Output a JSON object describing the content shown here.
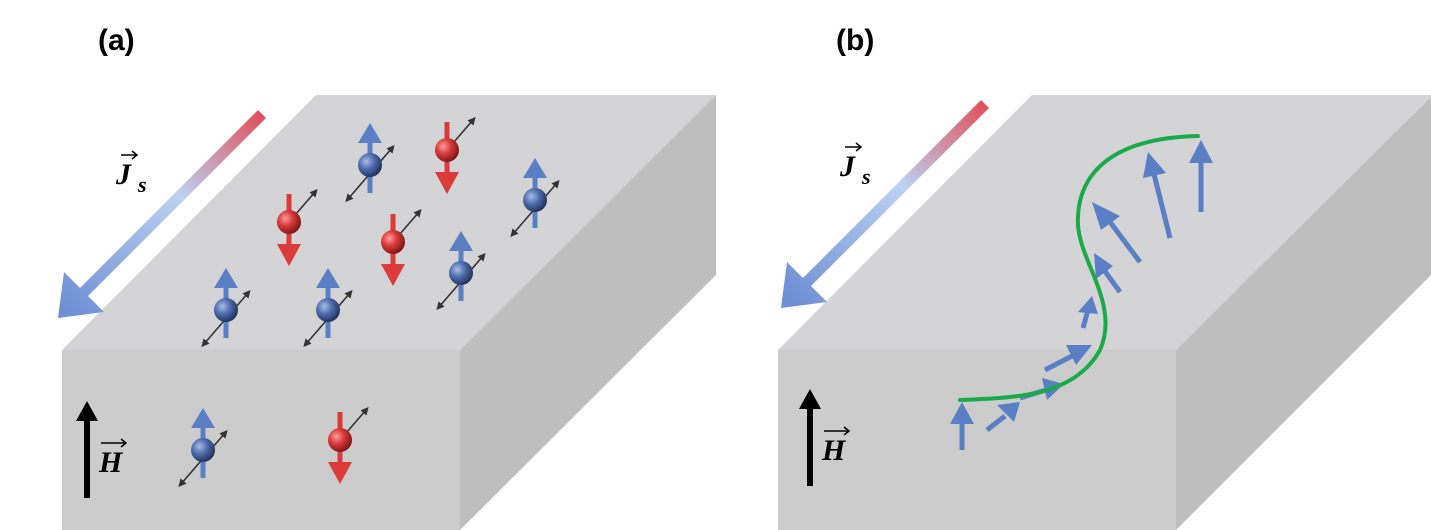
{
  "panel_a": {
    "label": "(a)",
    "current_symbol": "J",
    "current_subscript": "s",
    "field_symbol": "H"
  },
  "panel_b": {
    "label": "(b)",
    "current_symbol": "J",
    "current_subscript": "s",
    "field_symbol": "H"
  },
  "colors": {
    "block_top": "#d4d3d5",
    "block_front": "#cdcccd",
    "block_side": "#bfbebf",
    "spin_up": "#5b7fc4",
    "spin_down": "#dc3b3b",
    "domain_wall": "#1aaa4a",
    "current_start": "#e0505a",
    "current_mid": "#bcd2f2",
    "current_end": "#6f8fd4"
  }
}
